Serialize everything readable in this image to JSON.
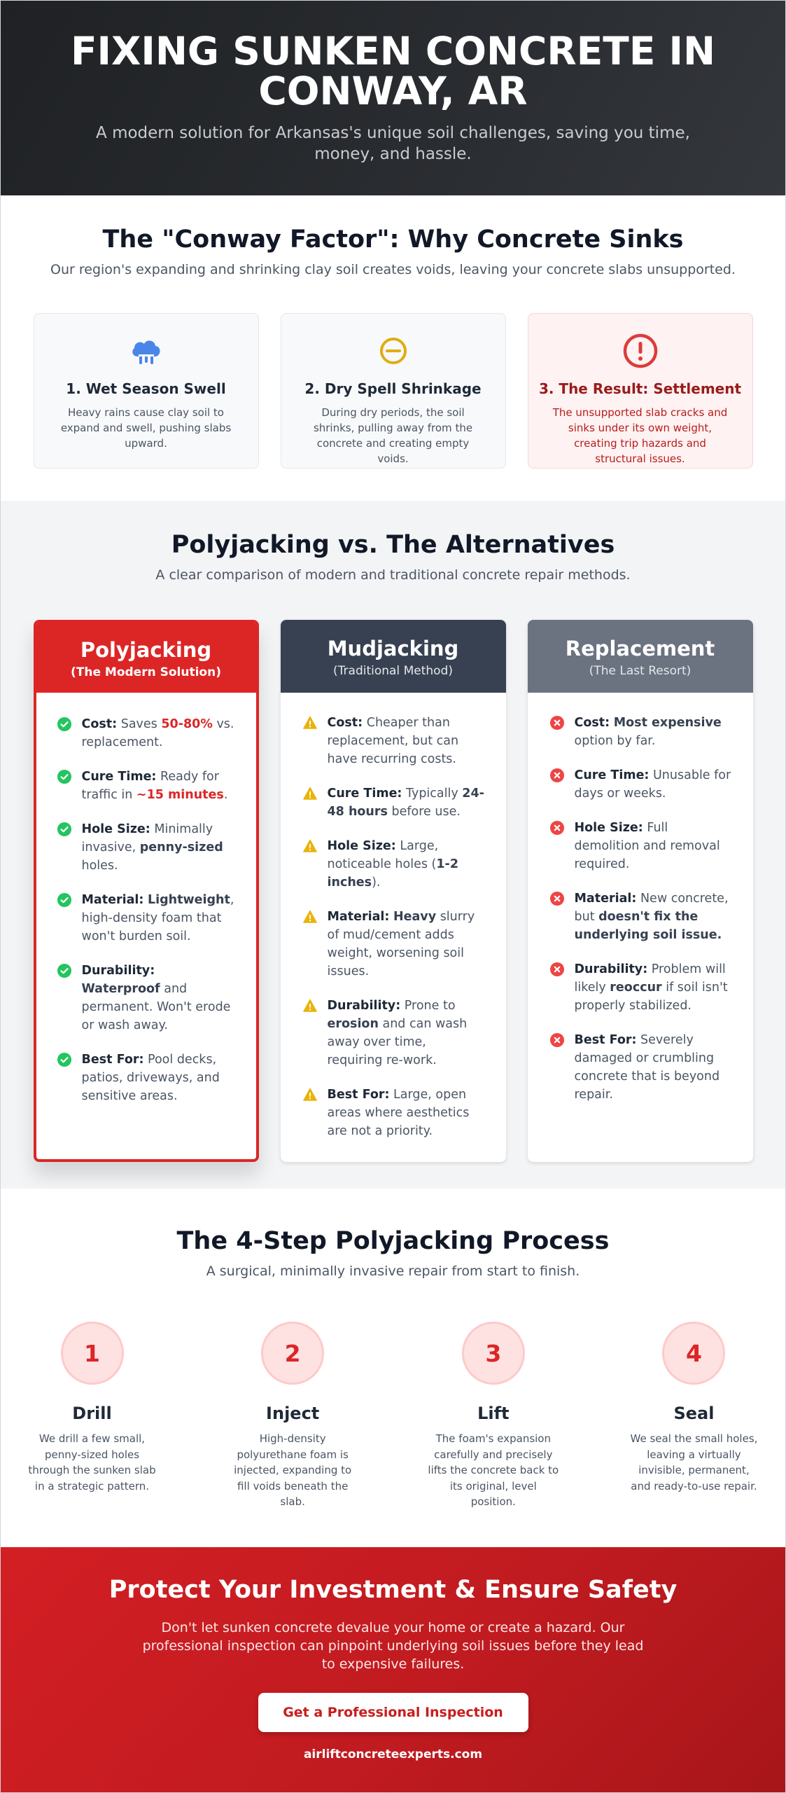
{
  "hero": {
    "title": "FIXING SUNKEN CONCRETE IN CONWAY, AR",
    "subtitle": "A modern solution for Arkansas's unique soil challenges, saving you time, money, and hassle."
  },
  "factor": {
    "title": "The \"Conway Factor\": Why Concrete Sinks",
    "subtitle": "Our region's expanding and shrinking clay soil creates voids, leaving your concrete slabs unsupported.",
    "cards": [
      {
        "icon": "rain-cloud-icon",
        "color": "#4a86e8",
        "title": "1. Wet Season Swell",
        "text": "Heavy rains cause clay soil to expand and swell, pushing slabs upward."
      },
      {
        "icon": "shrink-circle-icon",
        "color": "#e0ac12",
        "title": "2. Dry Spell Shrinkage",
        "text": "During dry periods, the soil shrinks, pulling away from the concrete and creating empty voids."
      },
      {
        "icon": "exclamation-circle-icon",
        "color": "#dc3b3b",
        "title": "3. The Result: Settlement",
        "text": "The unsupported slab cracks and sinks under its own weight, creating trip hazards and structural issues."
      }
    ]
  },
  "compare": {
    "title": "Polyjacking vs. The Alternatives",
    "subtitle": "A clear comparison of modern and traditional concrete repair methods.",
    "colors": {
      "check": "#22c55e",
      "warning": "#eab308",
      "cross": "#ef4444"
    },
    "polyjacking": {
      "title": "Polyjacking",
      "subtitle": "(The Modern Solution)",
      "items": [
        {
          "label": "Cost:",
          "t1": " Saves ",
          "hl": "50-80%",
          "t2": " vs. replacement."
        },
        {
          "label": "Cure Time:",
          "t1": " Ready for traffic in ",
          "hl": "~15 minutes",
          "t2": "."
        },
        {
          "label": "Hole Size:",
          "t1": " Minimally invasive, ",
          "em": "penny-sized",
          "t2": " holes."
        },
        {
          "label": "Material:",
          "t1": " ",
          "em": "Lightweight",
          "t2": ", high-density foam that won't burden soil."
        },
        {
          "label": "Durability:",
          "t1": " ",
          "em": "Waterproof",
          "t2": " and permanent. Won't erode or wash away."
        },
        {
          "label": "Best For:",
          "t1": " Pool decks, patios, driveways, and sensitive areas.",
          "t2": ""
        }
      ]
    },
    "mudjacking": {
      "title": "Mudjacking",
      "subtitle": "(Traditional Method)",
      "items": [
        {
          "label": "Cost:",
          "t1": " Cheaper than replacement, but can have recurring costs.",
          "t2": ""
        },
        {
          "label": "Cure Time:",
          "t1": " Typically ",
          "em": "24-48 hours",
          "t2": " before use."
        },
        {
          "label": "Hole Size:",
          "t1": " Large, noticeable holes (",
          "em": "1-2 inches",
          "t2": ")."
        },
        {
          "label": "Material:",
          "t1": " ",
          "em": "Heavy",
          "t2": " slurry of mud/cement adds weight, worsening soil issues."
        },
        {
          "label": "Durability:",
          "t1": " Prone to ",
          "em": "erosion",
          "t2": " and can wash away over time, requiring re-work."
        },
        {
          "label": "Best For:",
          "t1": " Large, open areas where aesthetics are not a priority.",
          "t2": ""
        }
      ]
    },
    "replacement": {
      "title": "Replacement",
      "subtitle": "(The Last Resort)",
      "items": [
        {
          "label": "Cost:",
          "t1": " ",
          "em": "Most expensive",
          "t2": " option by far."
        },
        {
          "label": "Cure Time:",
          "t1": " Unusable for days or weeks.",
          "t2": ""
        },
        {
          "label": "Hole Size:",
          "t1": " Full demolition and removal required.",
          "t2": ""
        },
        {
          "label": "Material:",
          "t1": " New concrete, but ",
          "em": "doesn't fix the underlying soil issue.",
          "t2": ""
        },
        {
          "label": "Durability:",
          "t1": " Problem will likely ",
          "em": "reoccur",
          "t2": " if soil isn't properly stabilized."
        },
        {
          "label": "Best For:",
          "t1": " Severely damaged or crumbling concrete that is beyond repair.",
          "t2": ""
        }
      ]
    }
  },
  "process": {
    "title": "The 4-Step Polyjacking Process",
    "subtitle": "A surgical, minimally invasive repair from start to finish.",
    "steps": [
      {
        "num": "1",
        "title": "Drill",
        "text": "We drill a few small, penny-sized holes through the sunken slab in a strategic pattern."
      },
      {
        "num": "2",
        "title": "Inject",
        "text": "High-density polyurethane foam is injected, expanding to fill voids beneath the slab."
      },
      {
        "num": "3",
        "title": "Lift",
        "text": "The foam's expansion carefully and precisely lifts the concrete back to its original, level position."
      },
      {
        "num": "4",
        "title": "Seal",
        "text": "We seal the small holes, leaving a virtually invisible, permanent, and ready-to-use repair."
      }
    ]
  },
  "cta": {
    "title": "Protect Your Investment & Ensure Safety",
    "text": "Don't let sunken concrete devalue your home or create a hazard. Our professional inspection can pinpoint underlying soil issues before they lead to expensive failures.",
    "button": "Get a Professional Inspection",
    "website": "airliftconcreteexperts.com"
  }
}
